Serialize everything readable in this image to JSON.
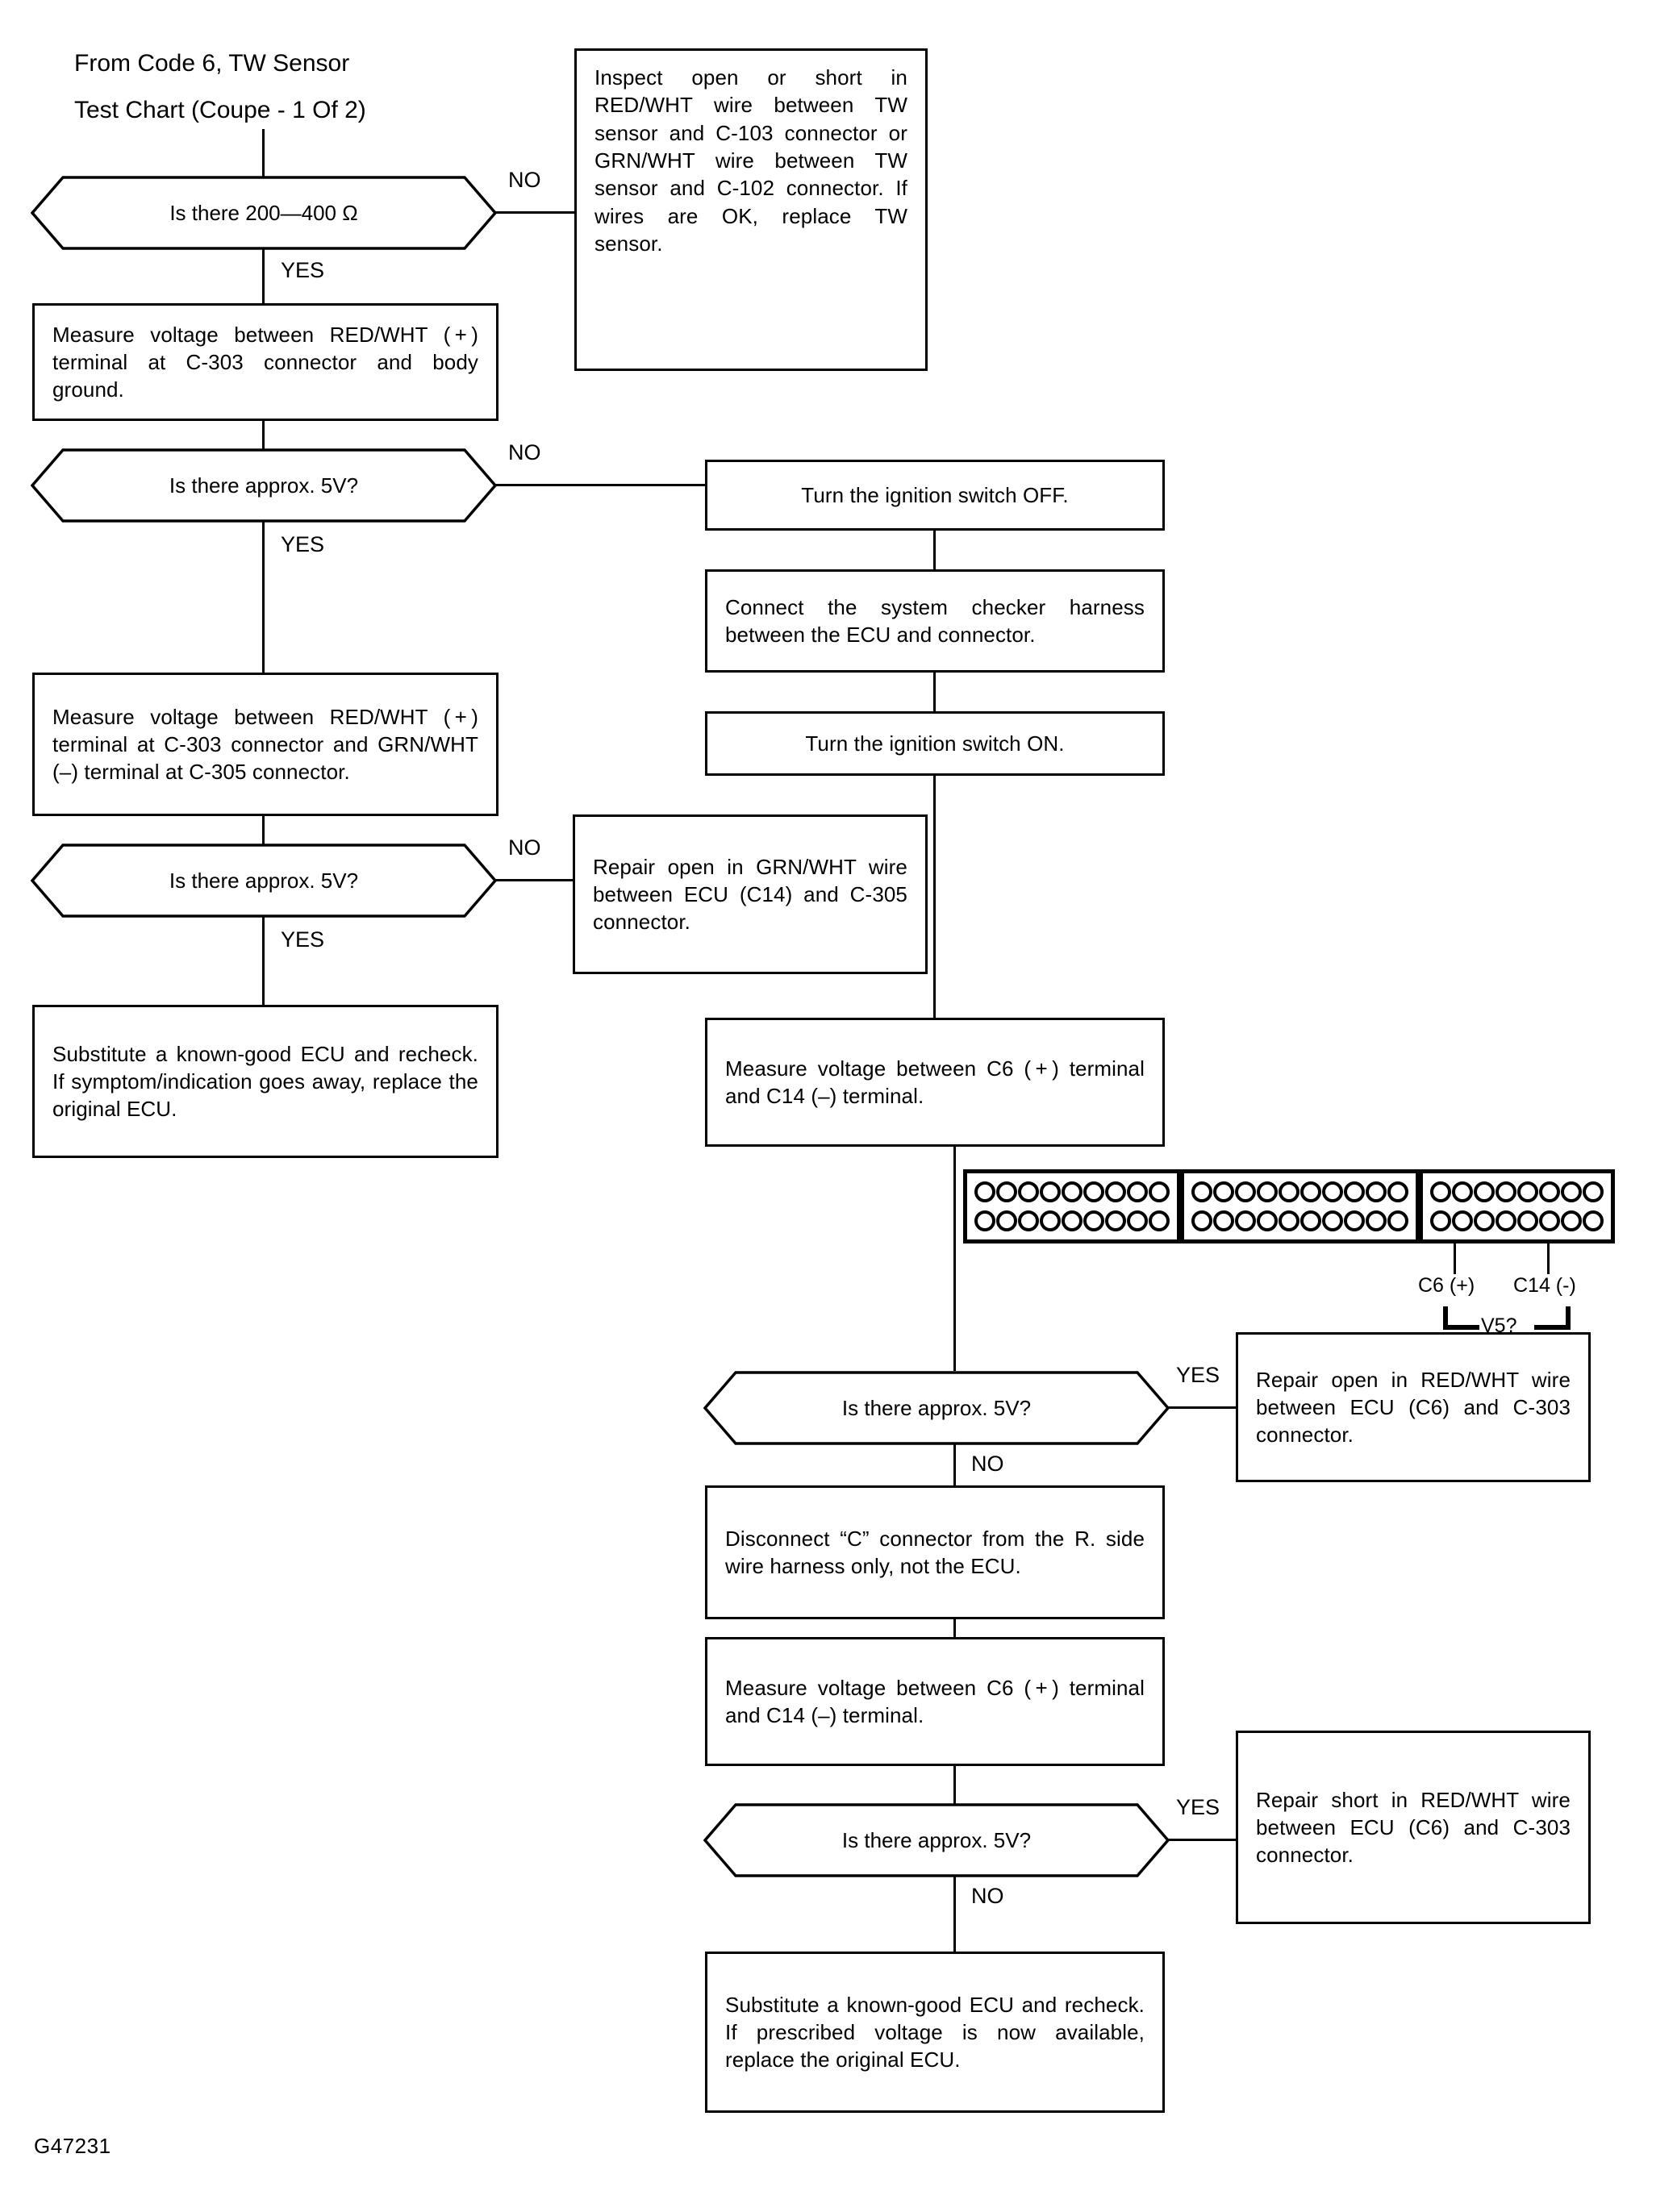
{
  "figure": {
    "code": "G47231",
    "heading_line_1": "From Code 6, TW Sensor",
    "heading_line_2": "Test Chart (Coupe - 1 Of 2)"
  },
  "labels": {
    "yes": "YES",
    "no": "NO"
  },
  "decisions": {
    "resistance": "Is there 200—400 Ω",
    "volt_1": "Is there approx. 5V?",
    "volt_2": "Is there approx. 5V?",
    "volt_3": "Is there approx. 5V?",
    "volt_4": "Is there approx. 5V?"
  },
  "boxes": {
    "inspect_tw_wires": "Inspect open or short in RED/WHT wire between TW sensor and C-103 connector or GRN/WHT wire between TW sensor and C-102 connector. If wires are OK, replace TW sensor.",
    "measure_redwht_ground": "Measure voltage between RED/WHT ( + ) terminal at C-303 connector and body ground.",
    "measure_redwht_grnwht": "Measure voltage between RED/WHT ( + ) terminal at C-303 connector and GRN/WHT (–) terminal at C-305 connector.",
    "substitute_ecu_symptom": "Substitute a known-good ECU and recheck. If symptom/indication goes away, replace the original ECU.",
    "ignition_off": "Turn the ignition switch OFF.",
    "connect_checker_harness": "Connect the system checker harness between the ECU and connector.",
    "ignition_on": "Turn the ignition switch ON.",
    "repair_open_grnwht": "Repair open in GRN/WHT wire between ECU (C14) and C-305 connector.",
    "measure_c6_c14_first": "Measure voltage between C6 ( + ) terminal and C14 (–) terminal.",
    "repair_open_redwht": "Repair open in RED/WHT wire between ECU (C6) and C-303 connector.",
    "disconnect_c_connector": "Disconnect “C” connector from the R. side wire harness only, not the ECU.",
    "measure_c6_c14_second": "Measure voltage between C6 ( + ) terminal and C14 (–) terminal.",
    "repair_short_redwht": "Repair short in RED/WHT wire between ECU (C6) and C-303 connector.",
    "substitute_ecu_voltage": "Substitute a known-good ECU and recheck. If prescribed voltage is now available, replace the original ECU."
  },
  "connector": {
    "segments": [
      {
        "name": "segment-a",
        "pins_per_row": 9,
        "rows": 2
      },
      {
        "name": "segment-b",
        "pins_per_row": 10,
        "rows": 2
      },
      {
        "name": "segment-c",
        "pins_per_row": 8,
        "rows": 2
      }
    ],
    "pin_labels": {
      "c6": "C6 (+)",
      "c14": "C14 (-)",
      "measurement": "V5?"
    }
  }
}
